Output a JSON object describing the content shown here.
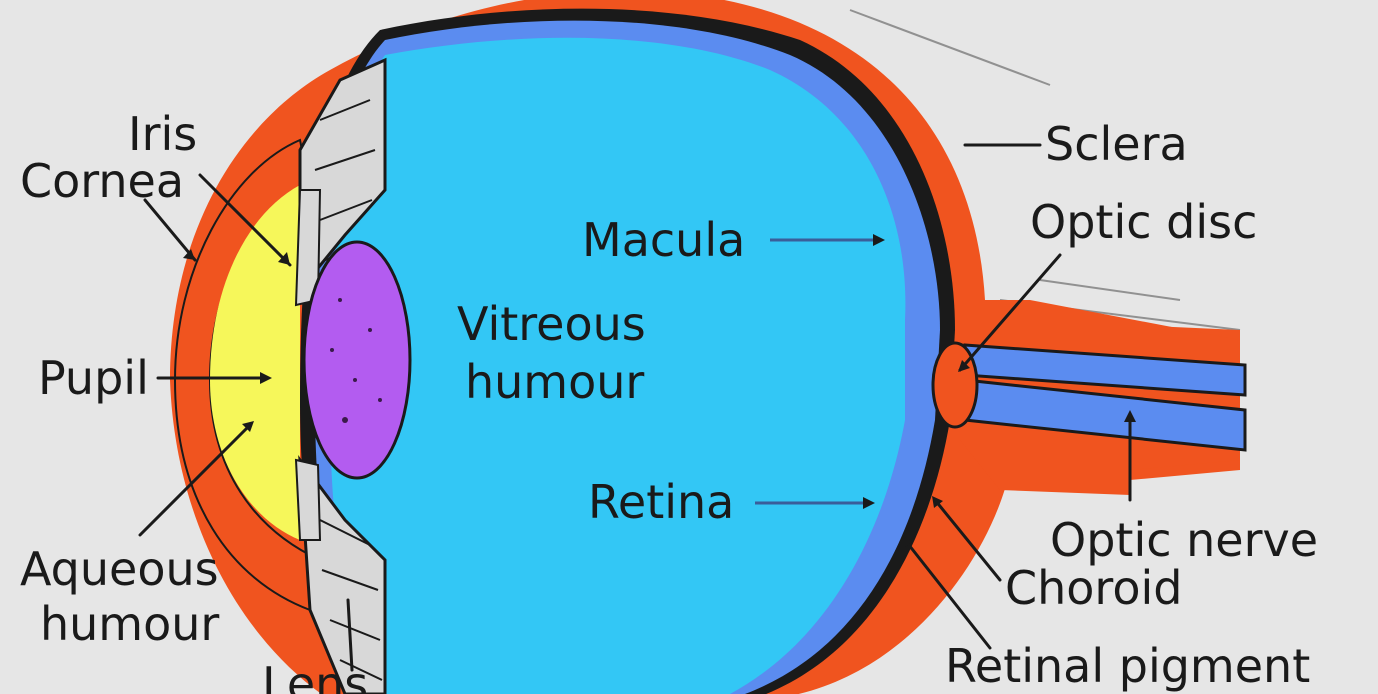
{
  "diagram": {
    "labels": {
      "iris": "Iris",
      "cornea": "Cornea",
      "pupil": "Pupil",
      "aqueous_1": "Aqueous",
      "aqueous_2": "humour",
      "lens": "Lens",
      "sclera": "Sclera",
      "optic_disc": "Optic disc",
      "macula": "Macula",
      "vitreous_1": "Vitreous",
      "vitreous_2": "humour",
      "retina": "Retina",
      "optic_nerve": "Optic nerve",
      "choroid": "Choroid",
      "retinal_pigment": "Retinal pigment"
    },
    "colors": {
      "background": "#e6e6e6",
      "sclera": "#f0541f",
      "choroid": "#1a1a1a",
      "retina": "#5b8cf0",
      "vitreous": "#33c7f5",
      "aqueous": "#f6f75a",
      "lens": "#b35cf0",
      "ciliary": "#d8d8d8"
    }
  }
}
